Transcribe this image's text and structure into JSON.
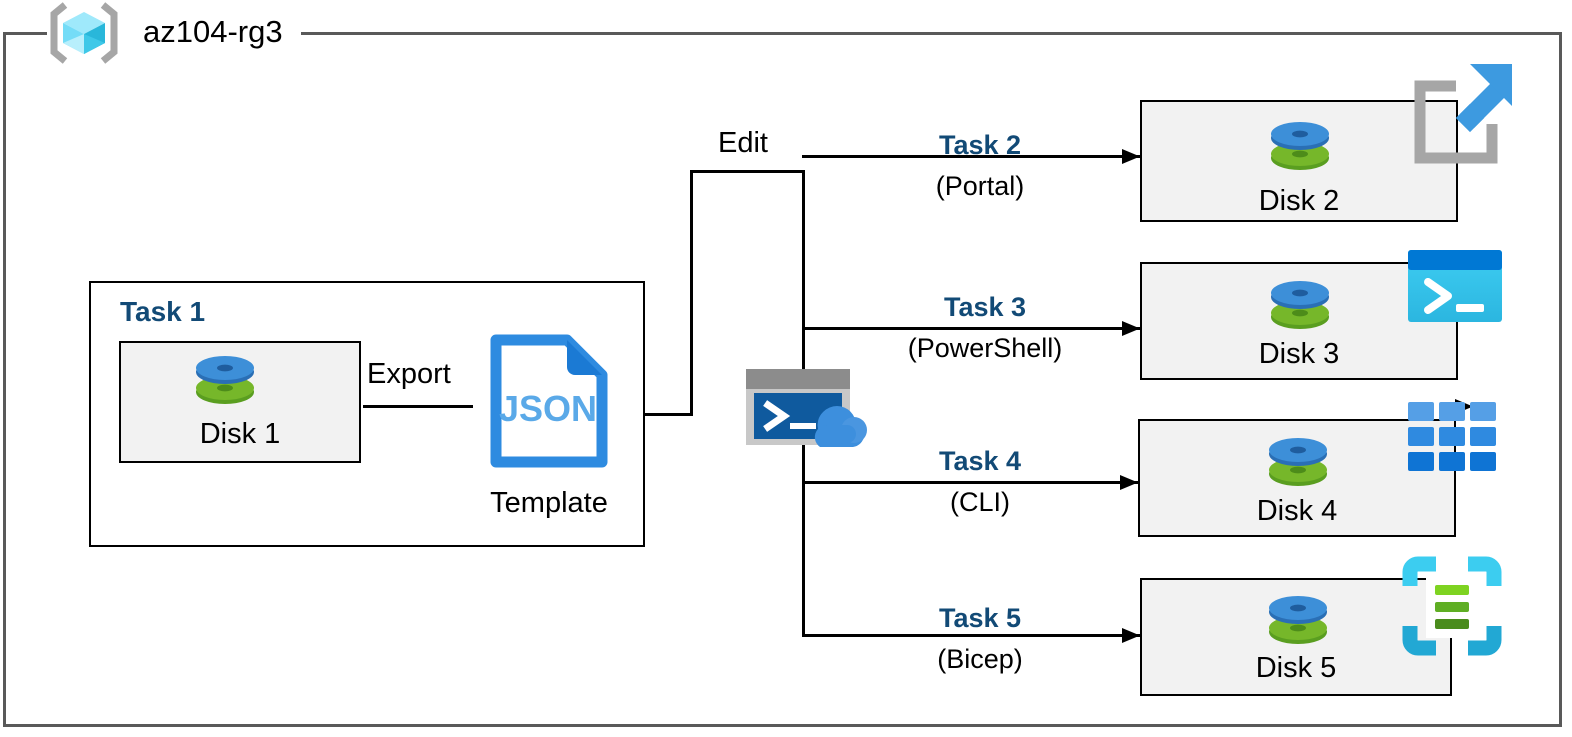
{
  "resource_group": {
    "name": "az104-rg3",
    "icon": "azure-resource-group-icon"
  },
  "task1": {
    "title": "Task 1",
    "resource": {
      "label": "Disk 1",
      "icon": "managed-disk-icon"
    },
    "arrow_label": "Export",
    "template": {
      "file_type": "JSON",
      "caption": "Template",
      "icon": "json-file-icon"
    }
  },
  "edit_label": "Edit",
  "cloud_shell": {
    "icon": "azure-cloud-shell-icon"
  },
  "branches": [
    {
      "task": "Task 2",
      "tool": "(Portal)",
      "resource": {
        "label": "Disk 2",
        "icon": "managed-disk-icon"
      },
      "tool_icon": "azure-portal-icon"
    },
    {
      "task": "Task 3",
      "tool": "(PowerShell)",
      "resource": {
        "label": "Disk 3",
        "icon": "managed-disk-icon"
      },
      "tool_icon": "powershell-icon"
    },
    {
      "task": "Task 4",
      "tool": "(CLI)",
      "resource": {
        "label": "Disk 4",
        "icon": "managed-disk-icon"
      },
      "tool_icon": "azure-cli-icon"
    },
    {
      "task": "Task 5",
      "tool": "(Bicep)",
      "resource": {
        "label": "Disk 5",
        "icon": "managed-disk-icon"
      },
      "tool_icon": "bicep-icon"
    }
  ],
  "colors": {
    "task_label_blue": "#124a76",
    "frame_gray": "#595959",
    "box_fill": "#f2f2f2",
    "disk_blue": "#3d8fd8",
    "disk_green": "#6aab2a",
    "json_blue": "#2e8be0",
    "cyan": "#32c5f4",
    "connector_black": "#000000"
  }
}
